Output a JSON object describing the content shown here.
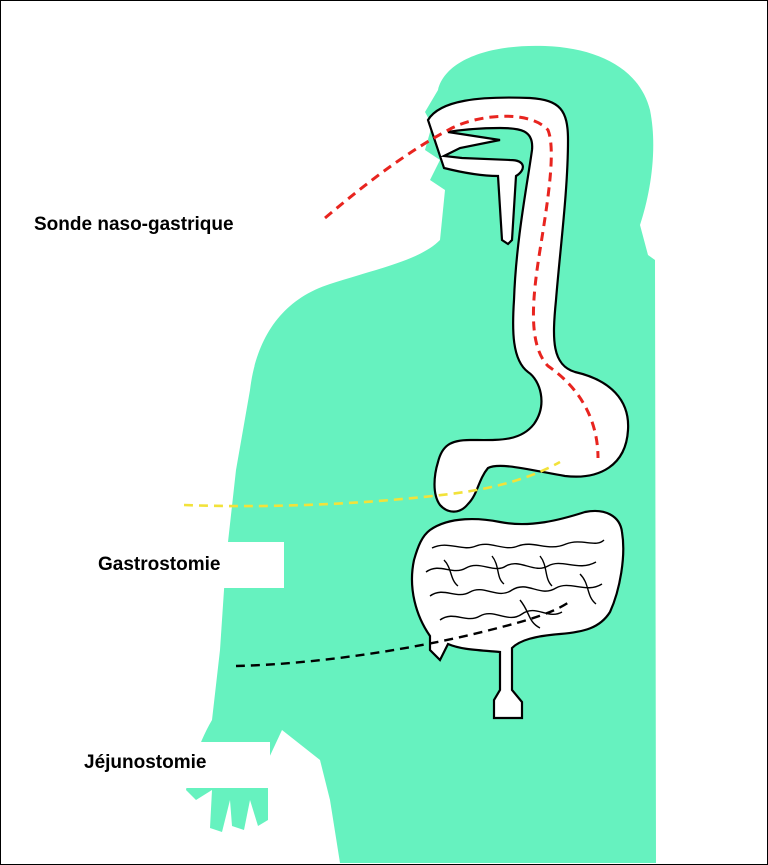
{
  "diagram": {
    "labels": {
      "naso_gastric": "Sonde naso-gastrique",
      "gastrostomy": "Gastrostomie",
      "jejunostomy": "Jéjunostomie"
    },
    "colors": {
      "body": "#66f2bf",
      "organ": "#ffffff",
      "outline": "#000000",
      "tube_nasogastric": "#e8241f",
      "tube_gastrostomy": "#f2e23a",
      "tube_jejunostomy": "#000000"
    }
  }
}
